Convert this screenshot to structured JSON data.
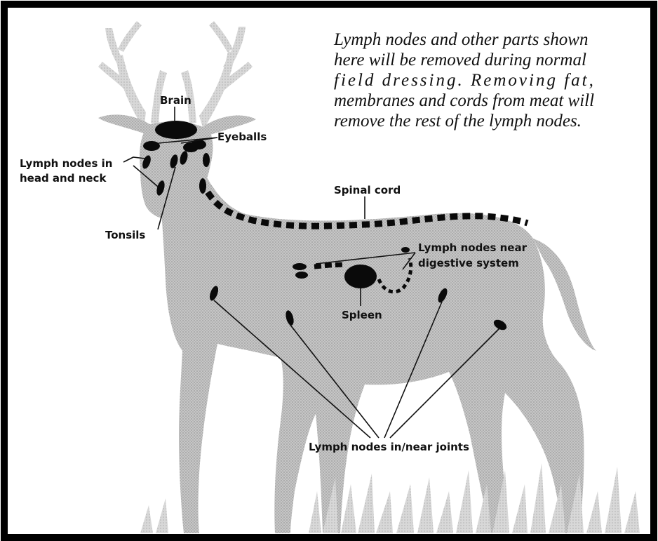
{
  "caption": {
    "line1": "Lymph nodes and other parts shown",
    "line2": "here will be removed during normal",
    "line3": "field dressing. Removing fat,",
    "line4": "membranes and cords from meat will",
    "line5": "remove the rest of the lymph nodes."
  },
  "labels": {
    "brain": "Brain",
    "eyeballs": "Eyeballs",
    "head_nodes_1": "Lymph nodes in",
    "head_nodes_2": "head and  neck",
    "tonsils": "Tonsils",
    "spinal_cord": "Spinal cord",
    "digestive_1": "Lymph nodes near",
    "digestive_2": "digestive system",
    "spleen": "Spleen",
    "joints": "Lymph nodes in/near joints"
  },
  "colors": {
    "deer": "#bdbdbd",
    "antler": "#cfcfcf",
    "grass": "#c4c4c4",
    "node": "#0a0a0a",
    "frame": "#000000"
  }
}
